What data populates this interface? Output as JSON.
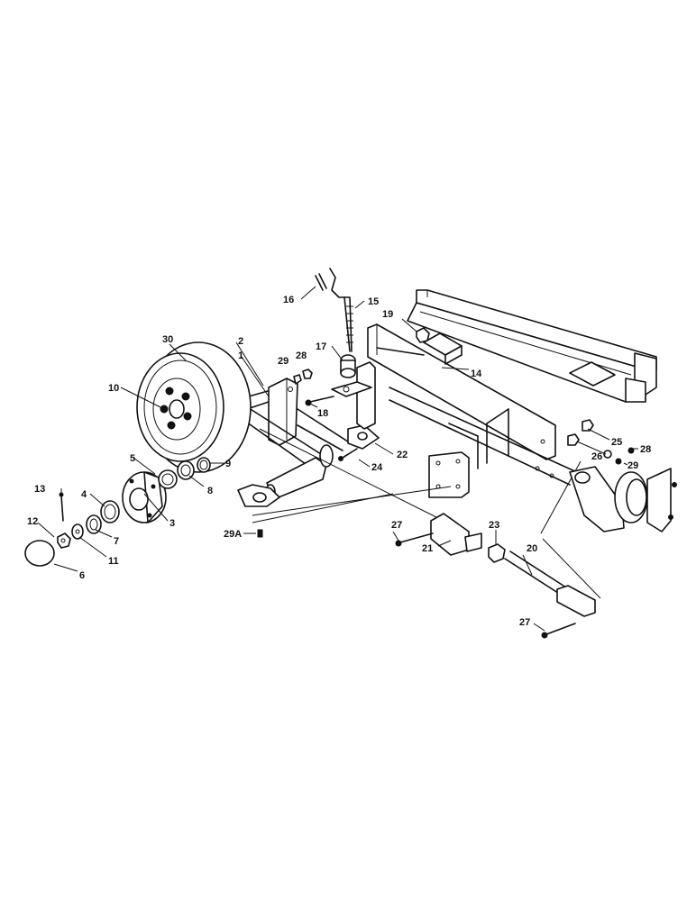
{
  "labels": {
    "l1": "1",
    "l2": "2",
    "l3": "3",
    "l4": "4",
    "l5": "5",
    "l6": "6",
    "l7": "7",
    "l8": "8",
    "l9": "9",
    "l10": "10",
    "l11": "11",
    "l12": "12",
    "l13": "13",
    "l14": "14",
    "l15": "15",
    "l16": "16",
    "l17": "17",
    "l18": "18",
    "l19": "19",
    "l20": "20",
    "l21": "21",
    "l22": "22",
    "l23": "23",
    "l24": "24",
    "l25": "25",
    "l26": "26",
    "l27a": "27",
    "l27b": "27",
    "l28a": "28",
    "l28b": "28",
    "l29a": "29",
    "l29b": "29",
    "l29A": "29A",
    "l30": "30"
  }
}
